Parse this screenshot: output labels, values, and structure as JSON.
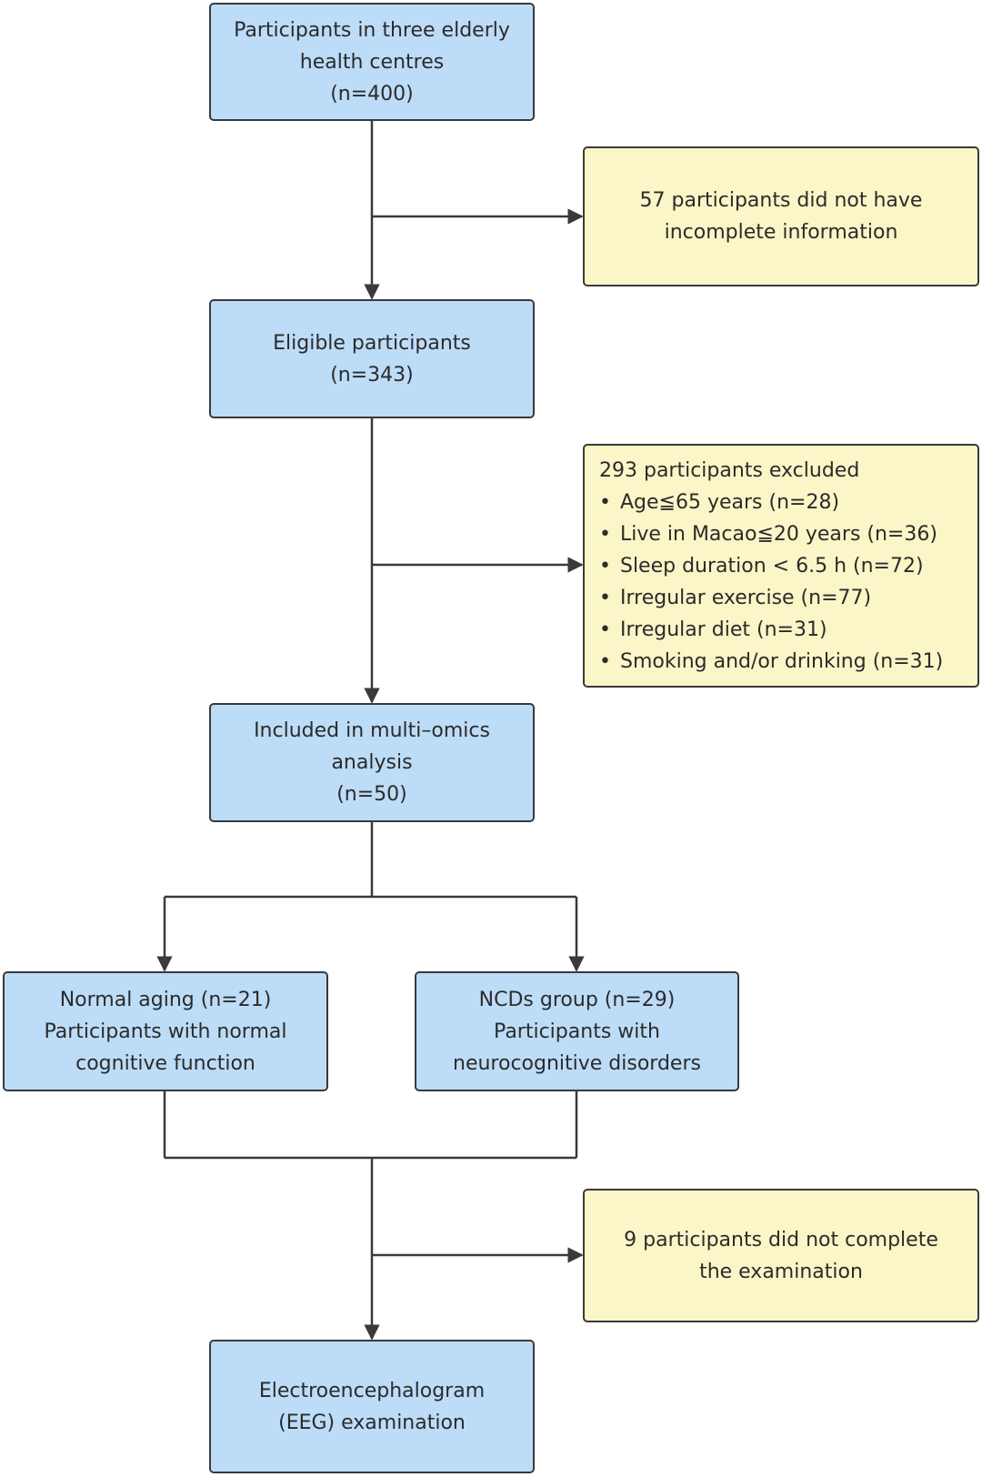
{
  "diagram": {
    "nodes": {
      "start": {
        "lines": [
          "Participants in three elderly",
          "health centres",
          "(n=400)"
        ]
      },
      "excl1": {
        "lines": [
          "57 participants did not have",
          "incomplete information"
        ]
      },
      "eligible": {
        "lines": [
          "Eligible participants",
          "(n=343)"
        ]
      },
      "excl2": {
        "title": "293 participants excluded",
        "items": [
          "Age≦65 years (n=28)",
          "Live in Macao≦20 years (n=36)",
          "Sleep duration < 6.5 h (n=72)",
          "Irregular exercise (n=77)",
          "Irregular diet (n=31)",
          "Smoking and/or drinking (n=31)"
        ]
      },
      "included": {
        "lines": [
          "Included in multi–omics",
          "analysis",
          "(n=50)"
        ]
      },
      "normal": {
        "lines": [
          "Normal aging (n=21)",
          "Participants with normal",
          "cognitive function"
        ]
      },
      "ncd": {
        "lines": [
          "NCDs group (n=29)",
          "Participants with",
          "neurocognitive disorders"
        ]
      },
      "excl3": {
        "lines": [
          "9 participants did not complete",
          "the examination"
        ]
      },
      "eeg": {
        "lines": [
          "Electroencephalogram",
          "(EEG) examination"
        ]
      }
    },
    "colors": {
      "main_box": "#bddcf7",
      "exclusion_box": "#fbf6c7",
      "border": "#3a3a3a",
      "text": "#2b2b2b"
    }
  }
}
